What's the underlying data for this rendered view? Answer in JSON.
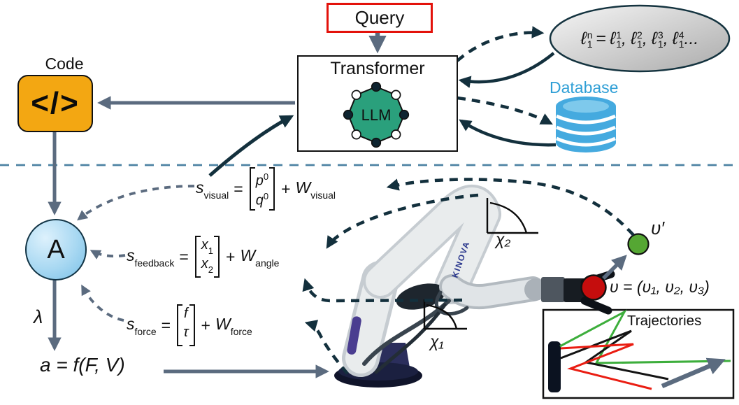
{
  "colors": {
    "query_border": "#e3120b",
    "octagon_green": "#2aa07c",
    "code_orange": "#f3a712",
    "database_blue": "#45aadf",
    "database_text": "#2f9fd6",
    "arrow_slate": "#5b6b7f",
    "arrow_dark": "#13303d",
    "separator_teal": "#4d83a3",
    "dot_red": "#c50d0d",
    "dot_green": "#55a733",
    "traj_green": "#3dae3c",
    "traj_black": "#141414",
    "traj_red": "#ea1d12"
  },
  "query": {
    "label": "Query"
  },
  "transformer": {
    "title": "Transformer",
    "llm": "LLM"
  },
  "ellipse": {
    "base": "ℓ",
    "eq": "=",
    "comma": ",",
    "dots": "...",
    "items": [
      {
        "sup": "n",
        "sub": "1"
      },
      {
        "sup": "1",
        "sub": "1"
      },
      {
        "sup": "2",
        "sub": "1"
      },
      {
        "sup": "3",
        "sub": "1"
      },
      {
        "sup": "4",
        "sub": "1"
      }
    ]
  },
  "database": {
    "label": "Database"
  },
  "code": {
    "label": "Code",
    "glyph": "</>"
  },
  "aggregator": {
    "label": "A",
    "lambda": "λ",
    "action": "a = f(F, V)"
  },
  "formulas": {
    "visual": {
      "s": "s",
      "sub": "visual",
      "eq": "=",
      "rows": [
        {
          "b": "p",
          "sc": "0"
        },
        {
          "b": "q",
          "sc": "0"
        }
      ],
      "plus": "+",
      "w": "W",
      "wsub": "visual"
    },
    "feedback": {
      "s": "s",
      "sub": "feedback",
      "eq": "=",
      "rows": [
        {
          "b": "x",
          "sc": "1"
        },
        {
          "b": "x",
          "sc": "2"
        }
      ],
      "plus": "+",
      "w": "W",
      "wsub": "angle"
    },
    "force": {
      "s": "s",
      "sub": "force",
      "eq": "=",
      "rows": [
        {
          "b": "f",
          "sc": ""
        },
        {
          "b": "τ",
          "sc": ""
        }
      ],
      "plus": "+",
      "w": "W",
      "wsub": "force"
    }
  },
  "robot": {
    "brand": "KINOVA",
    "chi1": "χ₁",
    "chi2": "χ₂"
  },
  "state": {
    "v_prime": "υ′",
    "v_eq": "υ = (υ₁, υ₂, υ₃)"
  },
  "trajectories": {
    "label": "Trajectories",
    "series": [
      {
        "name": "green",
        "color": "#3dae3c",
        "points": [
          [
            801,
            495
          ],
          [
            893,
            446
          ],
          [
            853,
            519
          ],
          [
            1045,
            516
          ]
        ]
      },
      {
        "name": "black",
        "color": "#141414",
        "points": [
          [
            802,
            512
          ],
          [
            903,
            473
          ],
          [
            838,
            518
          ],
          [
            956,
            542
          ]
        ]
      },
      {
        "name": "red",
        "color": "#ea1d12",
        "points": [
          [
            802,
            498
          ],
          [
            906,
            492
          ],
          [
            816,
            527
          ],
          [
            932,
            556
          ]
        ]
      }
    ]
  }
}
